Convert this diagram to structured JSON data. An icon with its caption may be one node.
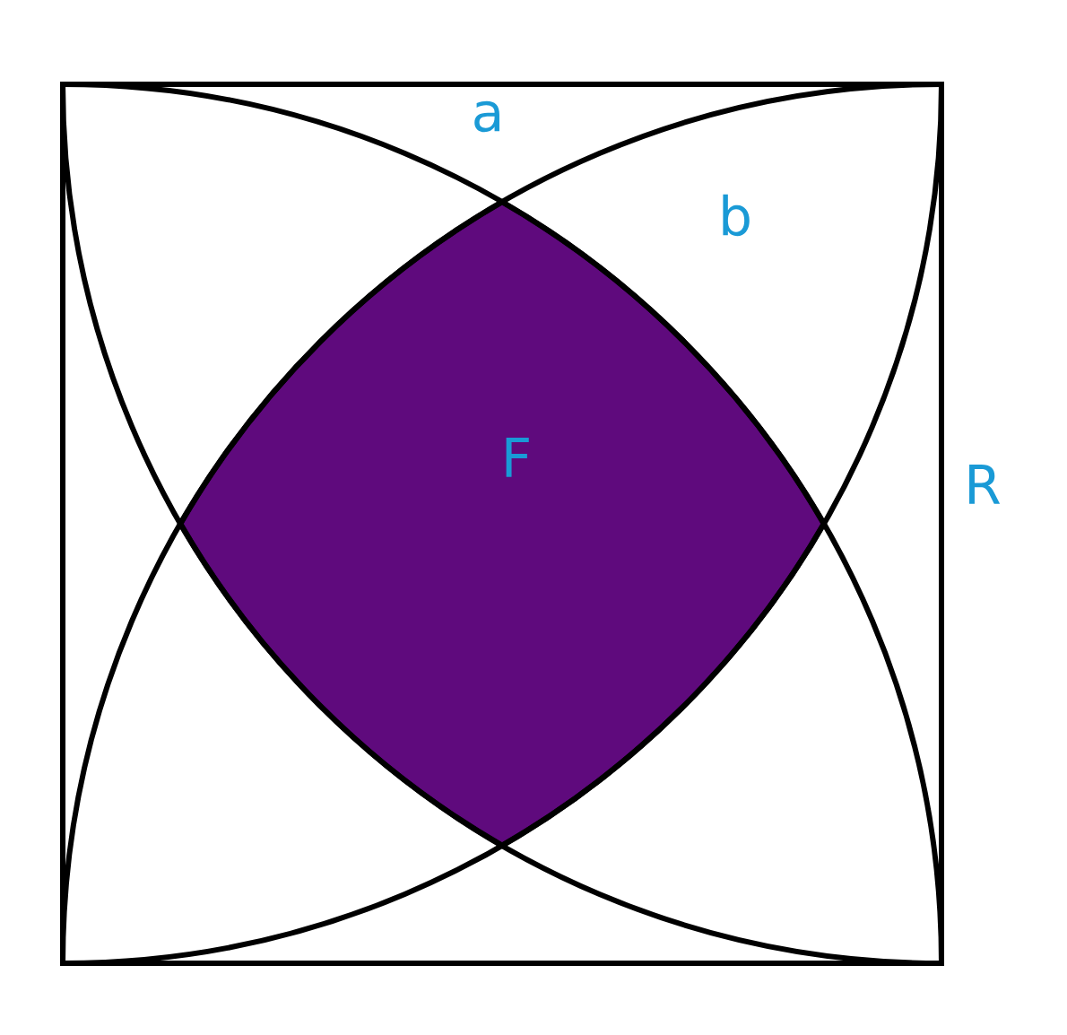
{
  "diagram": {
    "labels": [
      "a",
      "b",
      "F",
      "R"
    ]
  }
}
